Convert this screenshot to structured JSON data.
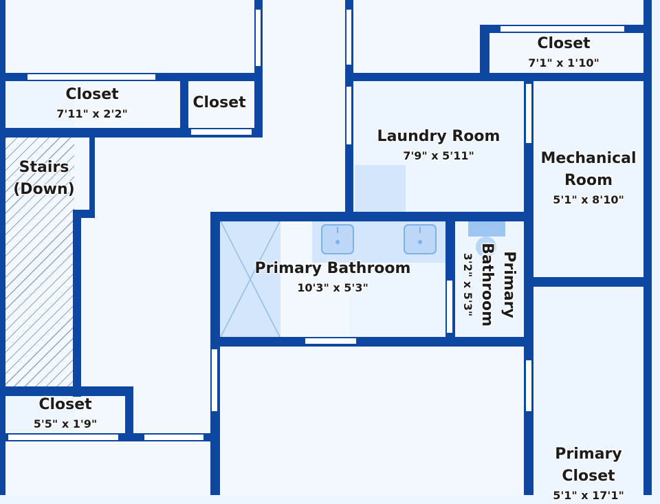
{
  "rooms": {
    "closet_top_right": {
      "name": "Closet",
      "dim": "7'1\" x 1'10\""
    },
    "closet_left_wide": {
      "name": "Closet",
      "dim": "7'11\" x 2'2\""
    },
    "closet_small": {
      "name": "Closet"
    },
    "laundry": {
      "name": "Laundry Room",
      "dim": "7'9\" x 5'11\""
    },
    "mechanical": {
      "name_line1": "Mechanical",
      "name_line2": "Room",
      "dim": "5'1\" x 8'10\""
    },
    "stairs": {
      "name_line1": "Stairs",
      "name_line2": "(Down)"
    },
    "primary_bath": {
      "name": "Primary Bathroom",
      "dim": "10'3\" x 5'3\""
    },
    "primary_bath_small": {
      "name_line1": "Primary",
      "name_line2": "Bathroom",
      "dim": "3'2\" x 5'3\""
    },
    "closet_bottom_left": {
      "name": "Closet",
      "dim": "5'5\" x 1'9\""
    },
    "primary_closet": {
      "name_line1": "Primary",
      "name_line2": "Closet",
      "dim": "5'1\" x 17'1\""
    }
  },
  "colors": {
    "wall": "#0d47a1",
    "floor": "#f2f8fe",
    "fixture": "#d3e6fb",
    "door": "#ffffff"
  }
}
